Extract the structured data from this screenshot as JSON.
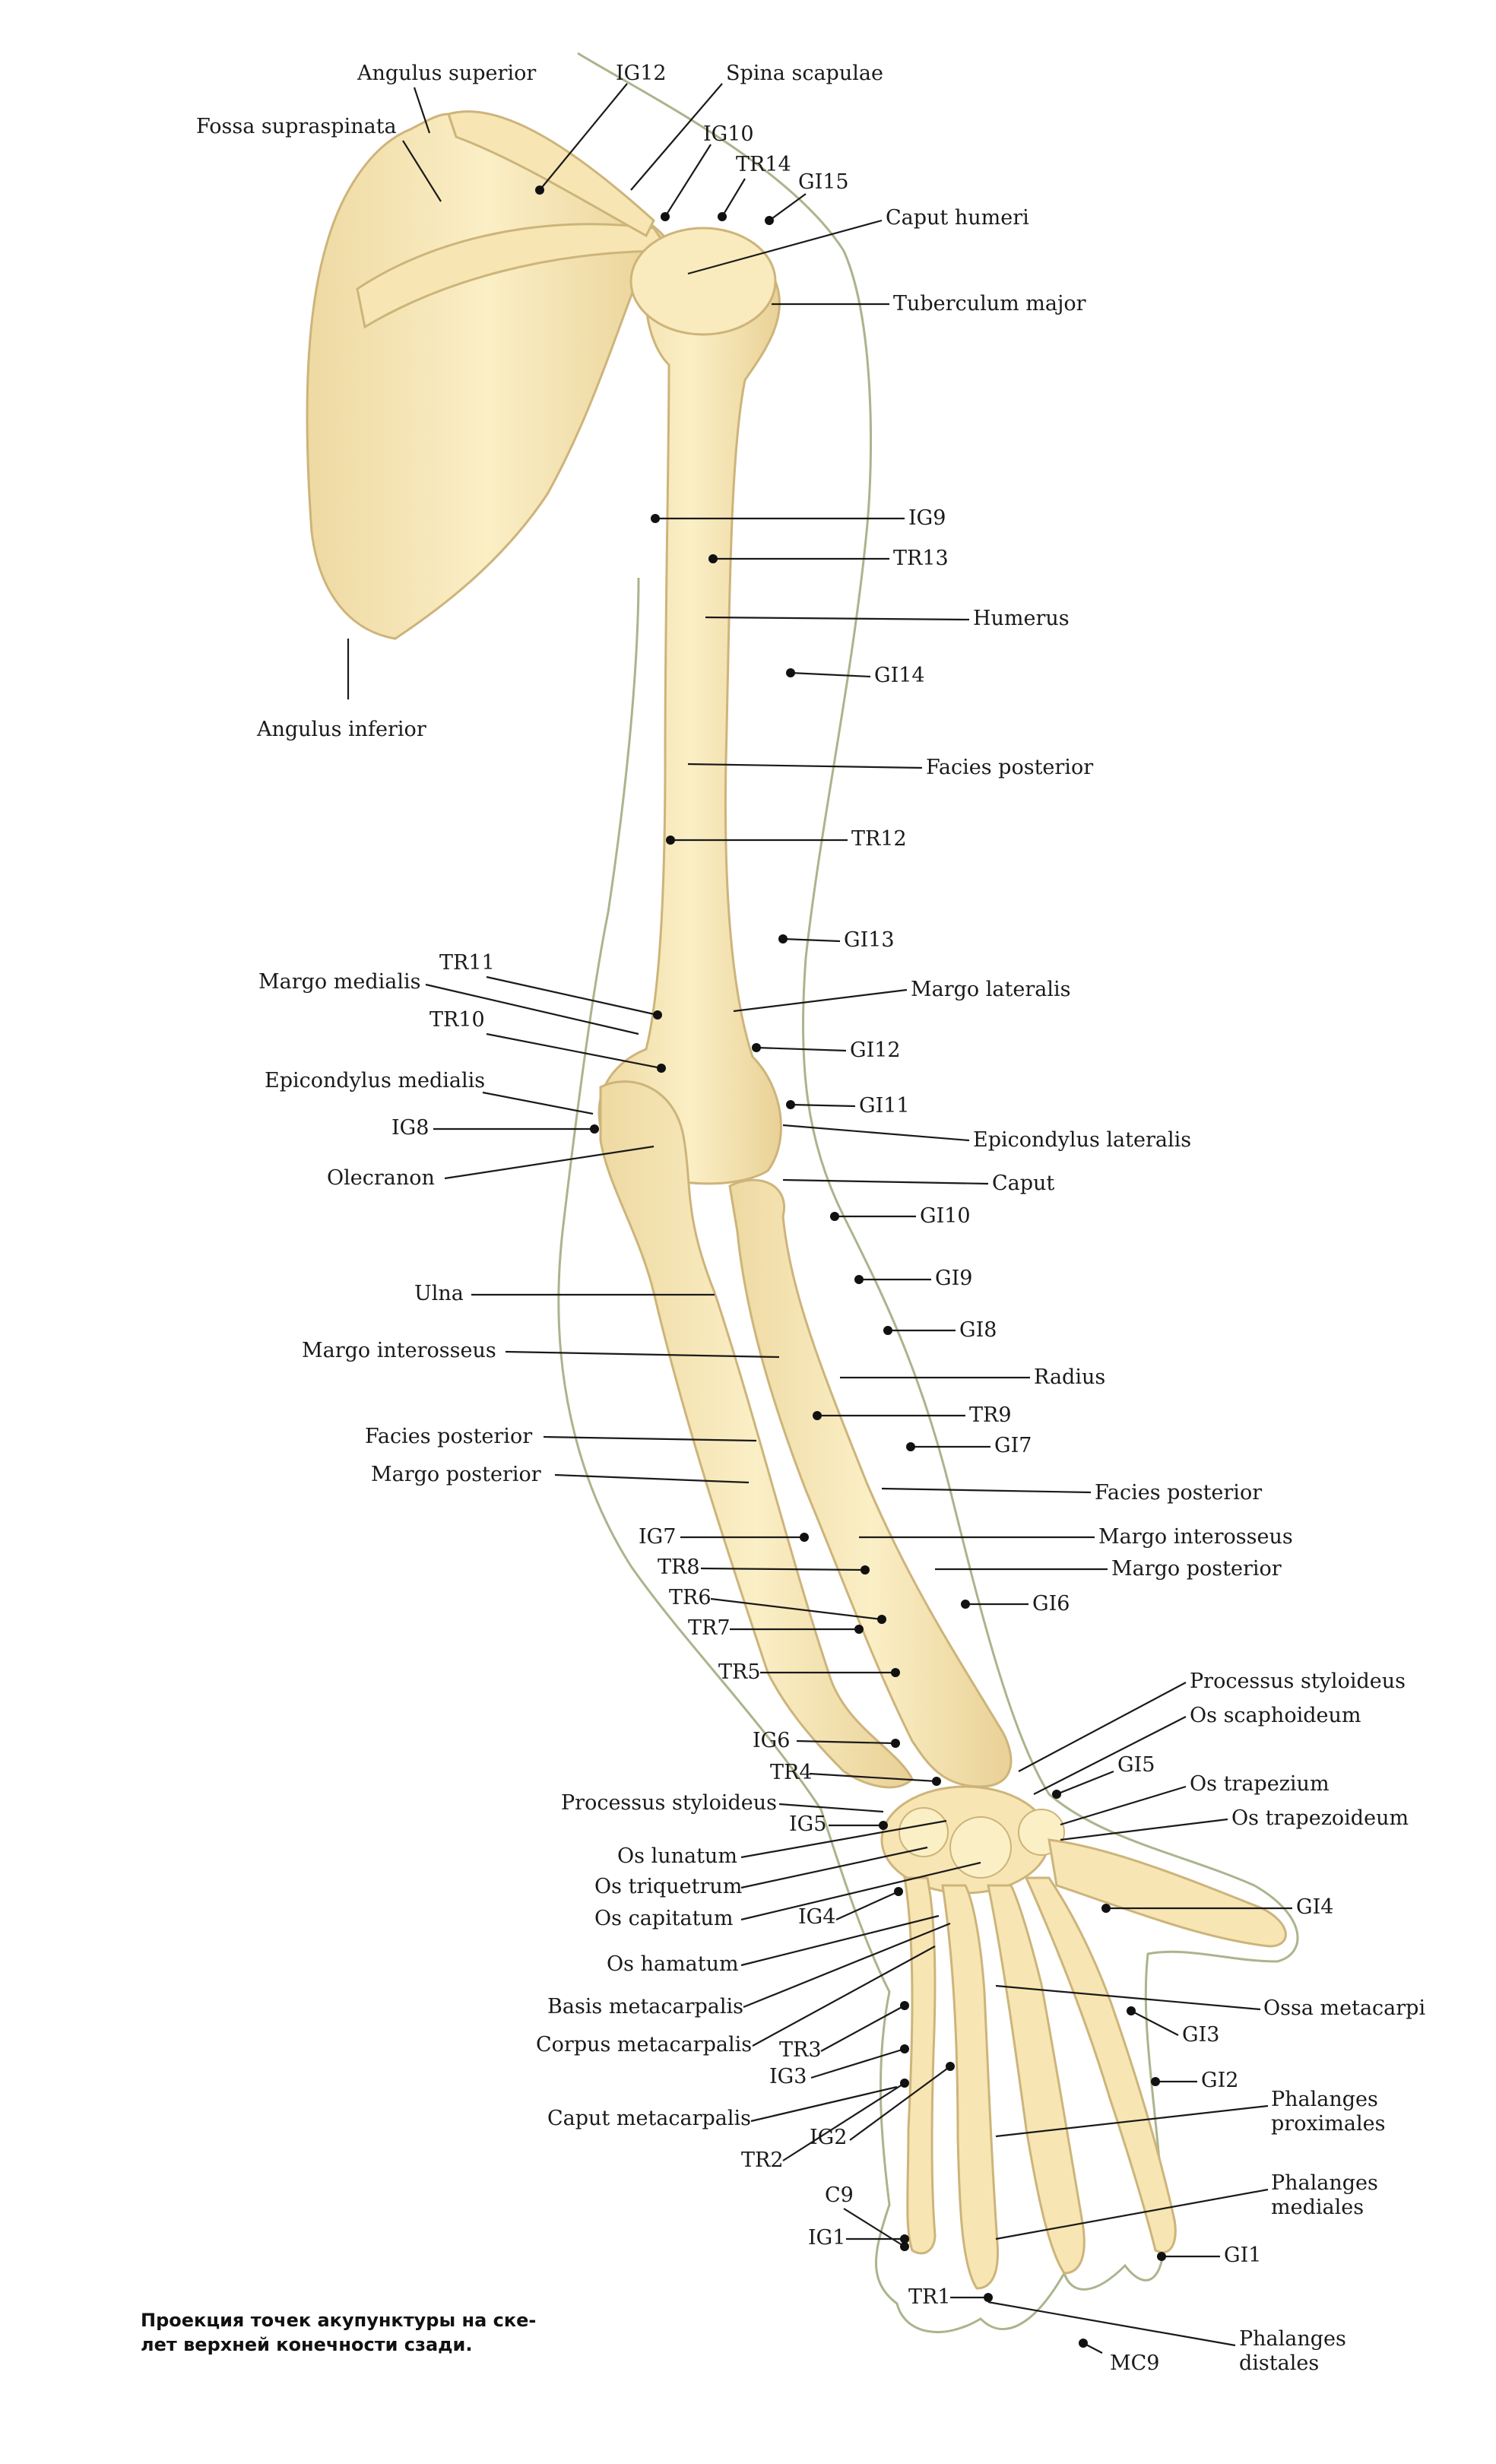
{
  "caption": "Проекция точек акупунктуры на ске-\nлет верхней конечности сзади.",
  "labels": {
    "angulus_superior": "Angulus superior",
    "fossa_supraspinata": "Fossa supraspinata",
    "ig12": "IG12",
    "spina_scapulae": "Spina scapulae",
    "ig10": "IG10",
    "tr14": "TR14",
    "gi15_top": "GI15",
    "caput_humeri": "Caput humeri",
    "tuberculum_major": "Tuberculum major",
    "ig9": "IG9",
    "tr13": "TR13",
    "humerus": "Humerus",
    "gi14": "GI14",
    "angulus_inferior": "Angulus inferior",
    "facies_posterior_hum": "Facies posterior",
    "tr12": "TR12",
    "gi13": "GI13",
    "tr11": "TR11",
    "margo_medialis": "Margo medialis",
    "margo_lateralis": "Margo lateralis",
    "tr10": "TR10",
    "gi12": "GI12",
    "epicondylus_medialis": "Epicondylus medialis",
    "gi11": "GI11",
    "ig8": "IG8",
    "epicondylus_lateralis": "Epicondylus lateralis",
    "olecranon": "Olecranon",
    "caput": "Caput",
    "gi10": "GI10",
    "ulna": "Ulna",
    "gi9": "GI9",
    "gi8": "GI8",
    "margo_interosseus_l": "Margo interosseus",
    "radius": "Radius",
    "tr9": "TR9",
    "facies_posterior_l": "Facies posterior",
    "gi7": "GI7",
    "margo_posterior_l": "Margo posterior",
    "facies_posterior_r": "Facies posterior",
    "ig7": "IG7",
    "margo_interosseus_r": "Margo interosseus",
    "tr8": "TR8",
    "margo_posterior_r": "Margo posterior",
    "tr6": "TR6",
    "gi6": "GI6",
    "tr7": "TR7",
    "tr5": "TR5",
    "processus_styloideus_r": "Processus styloideus",
    "os_scaphoideum": "Os scaphoideum",
    "ig6": "IG6",
    "tr4": "TR4",
    "gi5": "GI5",
    "os_trapezium": "Os trapezium",
    "processus_styloideus_l": "Processus styloideus",
    "os_trapezoideum": "Os trapezoideum",
    "ig5": "IG5",
    "os_lunatum": "Os lunatum",
    "os_triquetrum": "Os triquetrum",
    "gi4": "GI4",
    "os_capitatum": "Os capitatum",
    "ig4": "IG4",
    "os_hamatum": "Os hamatum",
    "basis_metacarpalis": "Basis metacarpalis",
    "ossa_metacarpi": "Ossa metacarpi",
    "gi3": "GI3",
    "corpus_metacarpalis": "Corpus metacarpalis",
    "tr3": "TR3",
    "ig3": "IG3",
    "gi2": "GI2",
    "phalanges_proximales": "Phalanges\nproximales",
    "caput_metacarpalis": "Caput metacarpalis",
    "ig2": "IG2",
    "tr2": "TR2",
    "phalanges_mediales": "Phalanges\nmediales",
    "c9": "C9",
    "ig1": "IG1",
    "gi1": "GI1",
    "tr1": "TR1",
    "mc9": "MC9",
    "phalanges_distales": "Phalanges\ndistales"
  }
}
